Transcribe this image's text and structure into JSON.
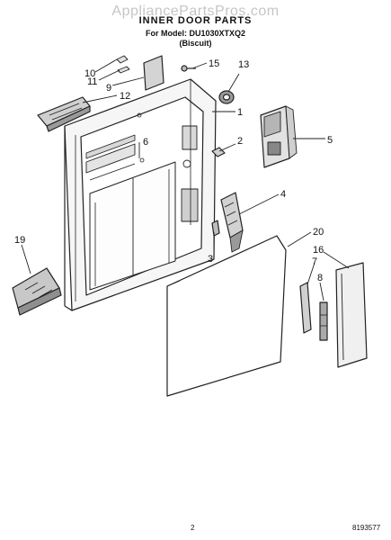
{
  "header": {
    "watermark": "AppliancePartsPros.com",
    "title": "INNER DOOR PARTS",
    "model": "For Model: DU1030XTXQ2",
    "color": "(Biscuit)"
  },
  "footer": {
    "page_number": "2",
    "doc_number": "8193577"
  },
  "callouts": [
    {
      "label": "1"
    },
    {
      "label": "2"
    },
    {
      "label": "3"
    },
    {
      "label": "4"
    },
    {
      "label": "5"
    },
    {
      "label": "6"
    },
    {
      "label": "7"
    },
    {
      "label": "8"
    },
    {
      "label": "9"
    },
    {
      "label": "10"
    },
    {
      "label": "11"
    },
    {
      "label": "12"
    },
    {
      "label": "13"
    },
    {
      "label": "15"
    },
    {
      "label": "16"
    },
    {
      "label": "19"
    },
    {
      "label": "20"
    }
  ]
}
